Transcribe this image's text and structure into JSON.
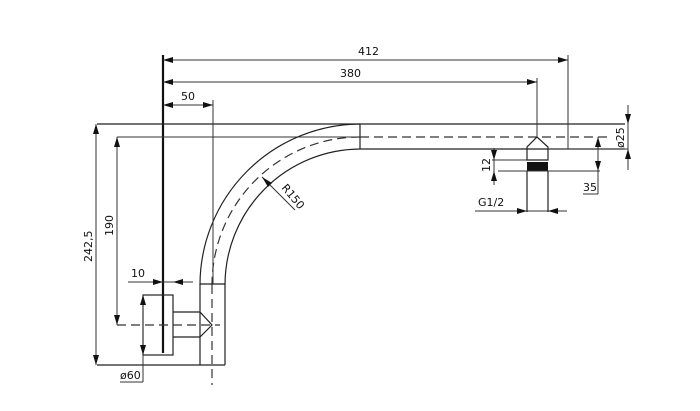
{
  "drawing": {
    "dimensions": {
      "overall_length": "412",
      "outlet_distance": "380",
      "wall_offset": "50",
      "height_overall": "242,5",
      "height_center": "190",
      "plate_thickness": "10",
      "plate_diameter": "ø60",
      "bend_radius": "R150",
      "pipe_diameter": "ø25",
      "outlet_height": "12",
      "outlet_depth": "35",
      "thread": "G1/2"
    },
    "line_color": "#222222"
  }
}
